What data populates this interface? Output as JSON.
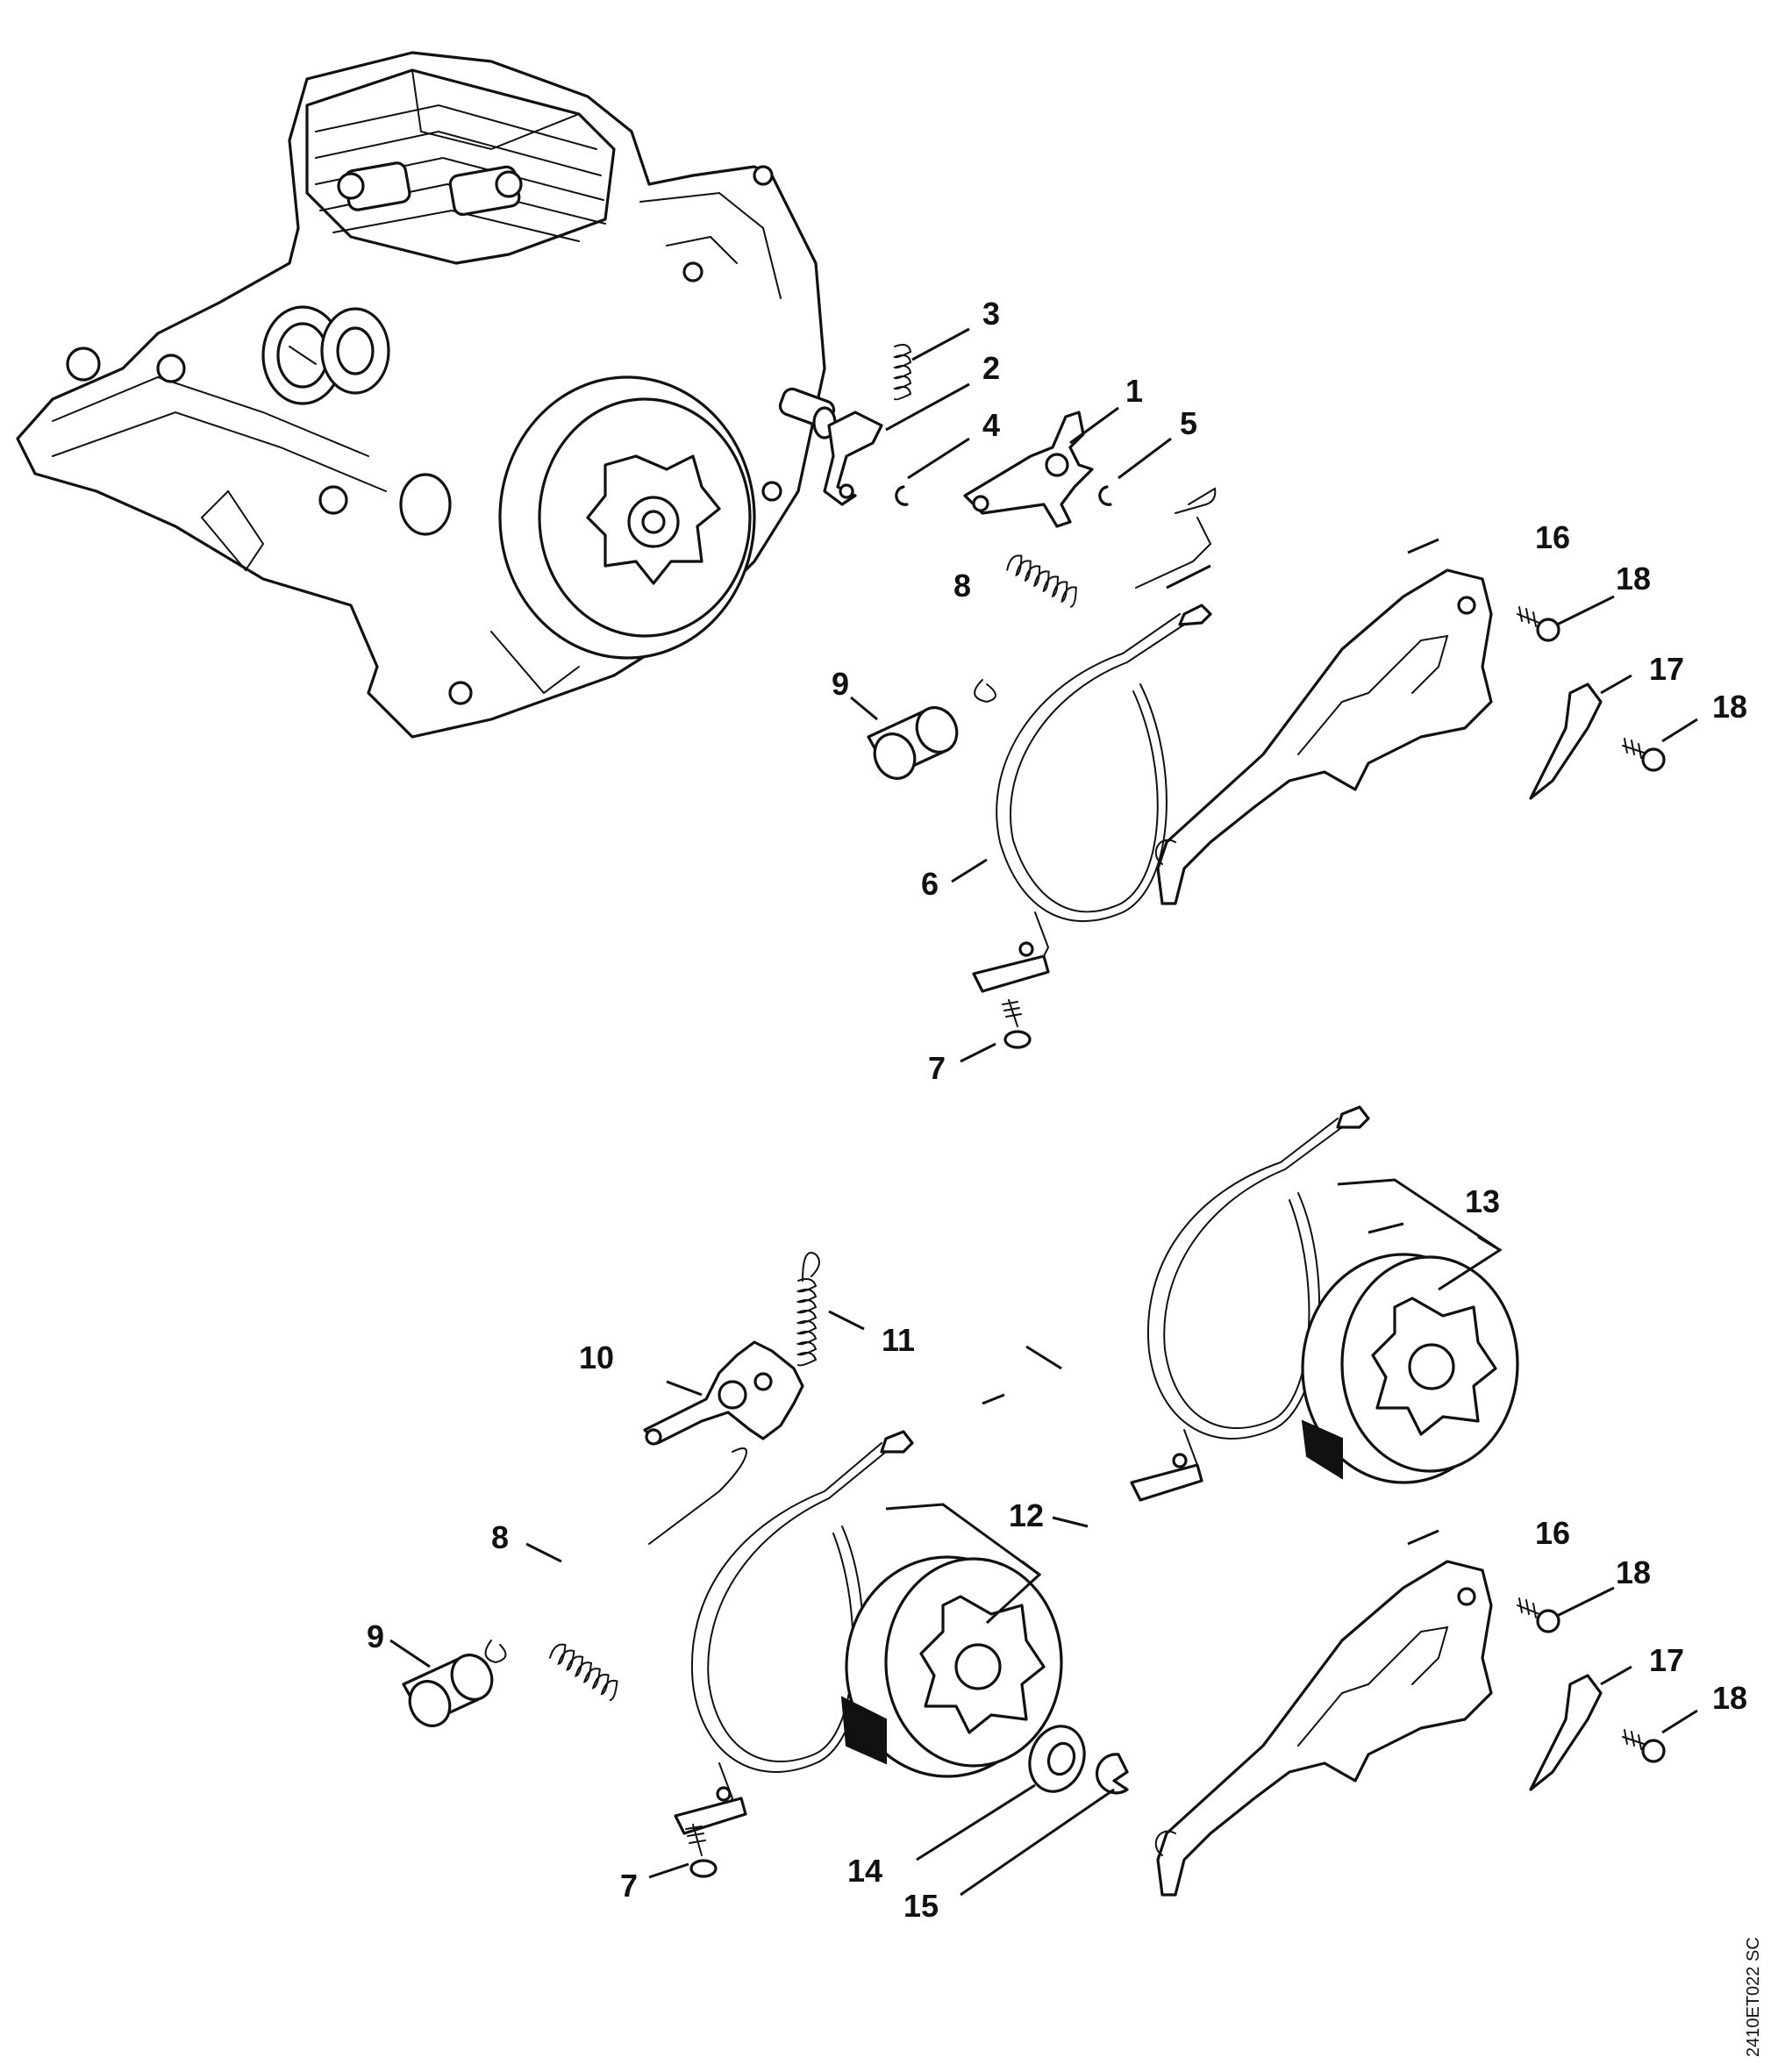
{
  "diagram_code": "2410ET022 SC",
  "callouts": [
    "1",
    "2",
    "3",
    "4",
    "5",
    "6",
    "7",
    "8",
    "9",
    "10",
    "11",
    "12",
    "13",
    "14",
    "15",
    "16",
    "17",
    "18"
  ]
}
